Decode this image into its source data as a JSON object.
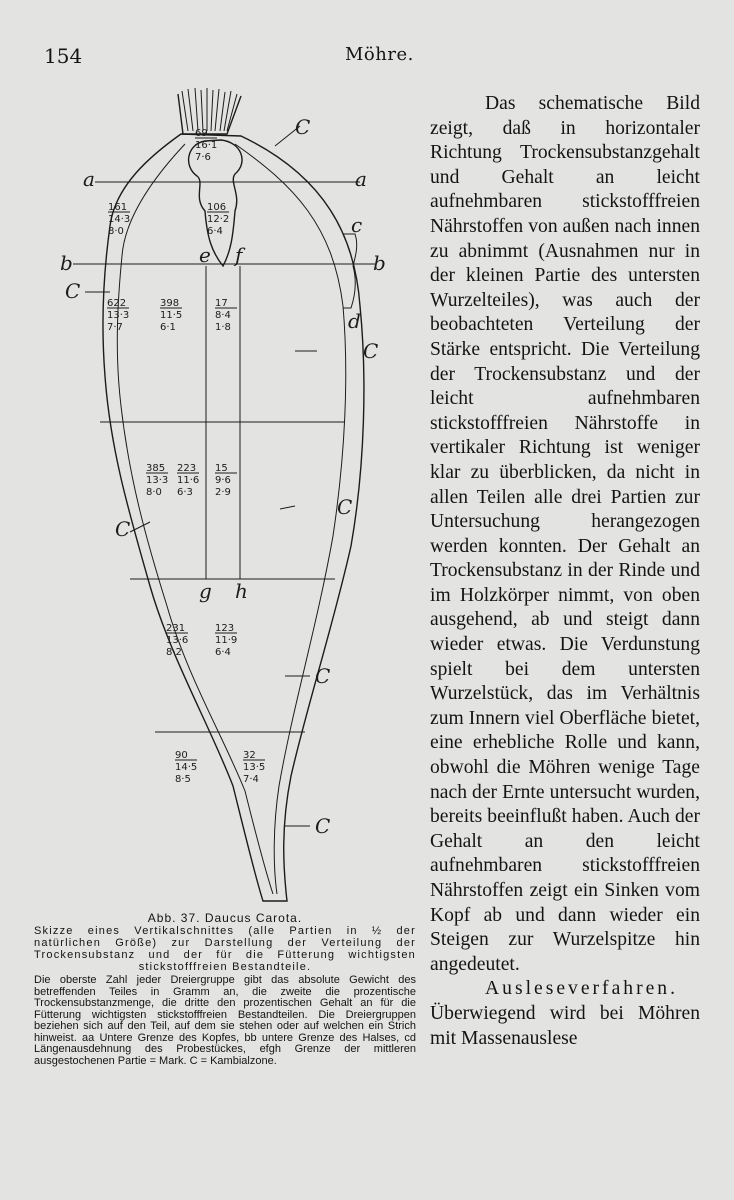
{
  "header": {
    "page_number": "154",
    "running_title": "Möhre."
  },
  "figure": {
    "labels": {
      "a_left": "a",
      "a_right": "a",
      "b_left": "b",
      "b_right": "b",
      "c_top": "c",
      "d": "d",
      "e": "e",
      "f": "f",
      "g": "g",
      "h": "h",
      "C": "C"
    },
    "groups": [
      [
        "69",
        "16·1",
        "7·6"
      ],
      [
        "161",
        "14·3",
        "8·0"
      ],
      [
        "106",
        "12·2",
        "6·4"
      ],
      [
        "622",
        "13·3",
        "7·7"
      ],
      [
        "398",
        "11·5",
        "6·1"
      ],
      [
        "17",
        "8·4",
        "1·8"
      ],
      [
        "385",
        "13·3",
        "8·0"
      ],
      [
        "223",
        "11·6",
        "6·3"
      ],
      [
        "15",
        "9·6",
        "2·9"
      ],
      [
        "231",
        "13·6",
        "8·2"
      ],
      [
        "123",
        "11·9",
        "6·4"
      ],
      [
        "90",
        "14·5",
        "8·5"
      ],
      [
        "32",
        "13·5",
        "7·4"
      ]
    ]
  },
  "caption": {
    "title": "Abb. 37. Daucus Carota.",
    "description": "Skizze eines Vertikalschnittes (alle Partien in ½ der natürlichen Größe) zur Darstellung der Verteilung der Trockensubstanz und der für die Fütterung wichtigsten stickstofffreien Bestandteile.",
    "note": "Die oberste Zahl jeder Dreiergruppe gibt das absolute Gewicht des betreffenden Teiles in Gramm an, die zweite die prozentische Trockensubstanzmenge, die dritte den prozentischen Gehalt an für die Fütterung wichtigsten stickstofffreien Bestandteilen. Die Dreiergruppen beziehen sich auf den Teil, auf dem sie stehen oder auf welchen ein Strich hinweist. aa Untere Grenze des Kopfes, bb untere Grenze des Halses, cd Längenausdehnung des Probestückes, efgh Grenze der mittleren ausgestochenen Partie = Mark. C = Kambialzone."
  },
  "body": {
    "paragraph1": "Das schematische Bild zeigt, daß in horizontaler Richtung Trockensubstanzgehalt und Gehalt an leicht aufnehmbaren stickstofffreien Nährstoffen von außen nach innen zu abnimmt (Ausnahmen nur in der kleinen Partie des untersten Wurzelteiles), was auch der beobachteten Verteilung der Stärke entspricht. Die Verteilung der Trockensubstanz und der leicht aufnehmbaren stickstofffreien Nährstoffe in vertikaler Richtung ist weniger klar zu überblicken, da nicht in allen Teilen alle drei Partien zur Untersuchung herangezogen werden konnten. Der Gehalt an Trockensubstanz in der Rinde und im Holzkörper nimmt, von oben ausgehend, ab und steigt dann wieder etwas. Die Verdunstung spielt bei dem untersten Wurzelstück, das im Verhältnis zum Innern viel Oberfläche bietet, eine erhebliche Rolle und kann, obwohl die Möhren wenige Tage nach der Ernte untersucht wurden, bereits beeinflußt haben. Auch der Gehalt an den leicht aufnehmbaren stickstofffreien Nährstoffen zeigt ein Sinken vom Kopf ab und dann wieder ein Steigen zur Wurzelspitze hin angedeutet.",
    "heading": "Ausleseverfahren.",
    "paragraph2": "Überwiegend wird bei Möhren mit Massenauslese"
  }
}
